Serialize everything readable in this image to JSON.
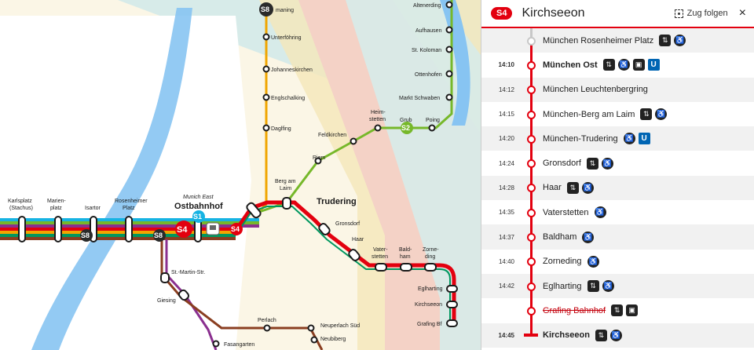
{
  "map": {
    "stations": {
      "karlsplatz": "Karlsplatz",
      "stachus": "(Stachus)",
      "marienplatz_1": "Marien-",
      "marienplatz_2": "platz",
      "isartor": "Isartor",
      "rosenheimer_1": "Rosenheimer",
      "rosenheimer_2": "Platz",
      "munich_east": "Munich East",
      "ostbahnhof": "Ostbahnhof",
      "berg_am_laim_1": "Berg am",
      "berg_am_laim_2": "Laim",
      "trudering": "Trudering",
      "gronsdorf": "Gronsdorf",
      "haar": "Haar",
      "vaterstetten_1": "Vater-",
      "vaterstetten_2": "stetten",
      "baldham_1": "Bald-",
      "baldham_2": "ham",
      "zorneding_1": "Zorne-",
      "zorneding_2": "ding",
      "eglharting": "Eglharting",
      "kirchseeon": "Kirchseeon",
      "grafing": "Grafing Bf",
      "st_martin": "St.-Martin-Str.",
      "giesing": "Giesing",
      "perlach": "Perlach",
      "neuperlach": "Neuperlach Süd",
      "neubiberg": "Neubiberg",
      "fasangarten": "Fasangarten",
      "ismaning": "maning",
      "unterfoehring": "Unterföhring",
      "johanneskirchen": "Johanneskirchen",
      "englschalking": "Englschalking",
      "daglfing": "Daglfing",
      "riem": "Riem",
      "feldkirchen": "Feldkirchen",
      "heimstetten_1": "Heim-",
      "heimstetten_2": "stetten",
      "grub": "Grub",
      "poing": "Poing",
      "markt_schwaben": "Markt Schwaben",
      "ottenhofen": "Ottenhofen",
      "st_koloman": "St. Koloman",
      "aufhausen": "Aufhausen",
      "altenerding": "Altenerding"
    },
    "badges": {
      "s8": "S8",
      "s1": "S1",
      "s4": "S4",
      "s2": "S2"
    },
    "colors": {
      "s4": "#e3000f",
      "s8": "#f0a500",
      "s2": "#76b82a",
      "s1": "#16b3e3",
      "s6": "#00975f",
      "s3": "#8a2f8f",
      "s7": "#8a3e20",
      "river": "#87c4f2"
    }
  },
  "panel": {
    "line": "S4",
    "destination": "Kirchseeon",
    "follow_label": "Zug folgen",
    "close_label": "×",
    "stops": [
      {
        "time": "",
        "name": "München Rosenheimer Platz",
        "icons": [
          "elevator",
          "wheelchair"
        ],
        "passed": true
      },
      {
        "time": "14:10",
        "name": "München Ost",
        "icons": [
          "elevator",
          "wheelchair",
          "bus",
          "ubahn"
        ],
        "bold": true
      },
      {
        "time": "14:12",
        "name": "München Leuchtenbergring",
        "icons": []
      },
      {
        "time": "14:15",
        "name": "München-Berg am Laim",
        "icons": [
          "elevator",
          "wheelchair"
        ]
      },
      {
        "time": "14:20",
        "name": "München-Trudering",
        "icons": [
          "wheelchair",
          "ubahn"
        ]
      },
      {
        "time": "14:24",
        "name": "Gronsdorf",
        "icons": [
          "elevator",
          "wheelchair"
        ]
      },
      {
        "time": "14:28",
        "name": "Haar",
        "icons": [
          "elevator",
          "wheelchair"
        ]
      },
      {
        "time": "14:35",
        "name": "Vaterstetten",
        "icons": [
          "wheelchair"
        ]
      },
      {
        "time": "14:37",
        "name": "Baldham",
        "icons": [
          "wheelchair"
        ]
      },
      {
        "time": "14:40",
        "name": "Zorneding",
        "icons": [
          "wheelchair"
        ]
      },
      {
        "time": "14:42",
        "name": "Eglharting",
        "icons": [
          "elevator",
          "wheelchair"
        ]
      },
      {
        "time": "",
        "name": "Grafing Bahnhof",
        "icons": [
          "elevator",
          "bus"
        ],
        "cancelled": true
      },
      {
        "time": "14:45",
        "name": "Kirchseeon",
        "icons": [
          "elevator",
          "wheelchair"
        ],
        "bold": true,
        "terminus": true
      }
    ],
    "icon_glyphs": {
      "elevator": "⇅",
      "wheelchair": "♿",
      "bus": "▣",
      "ubahn": "U"
    }
  }
}
